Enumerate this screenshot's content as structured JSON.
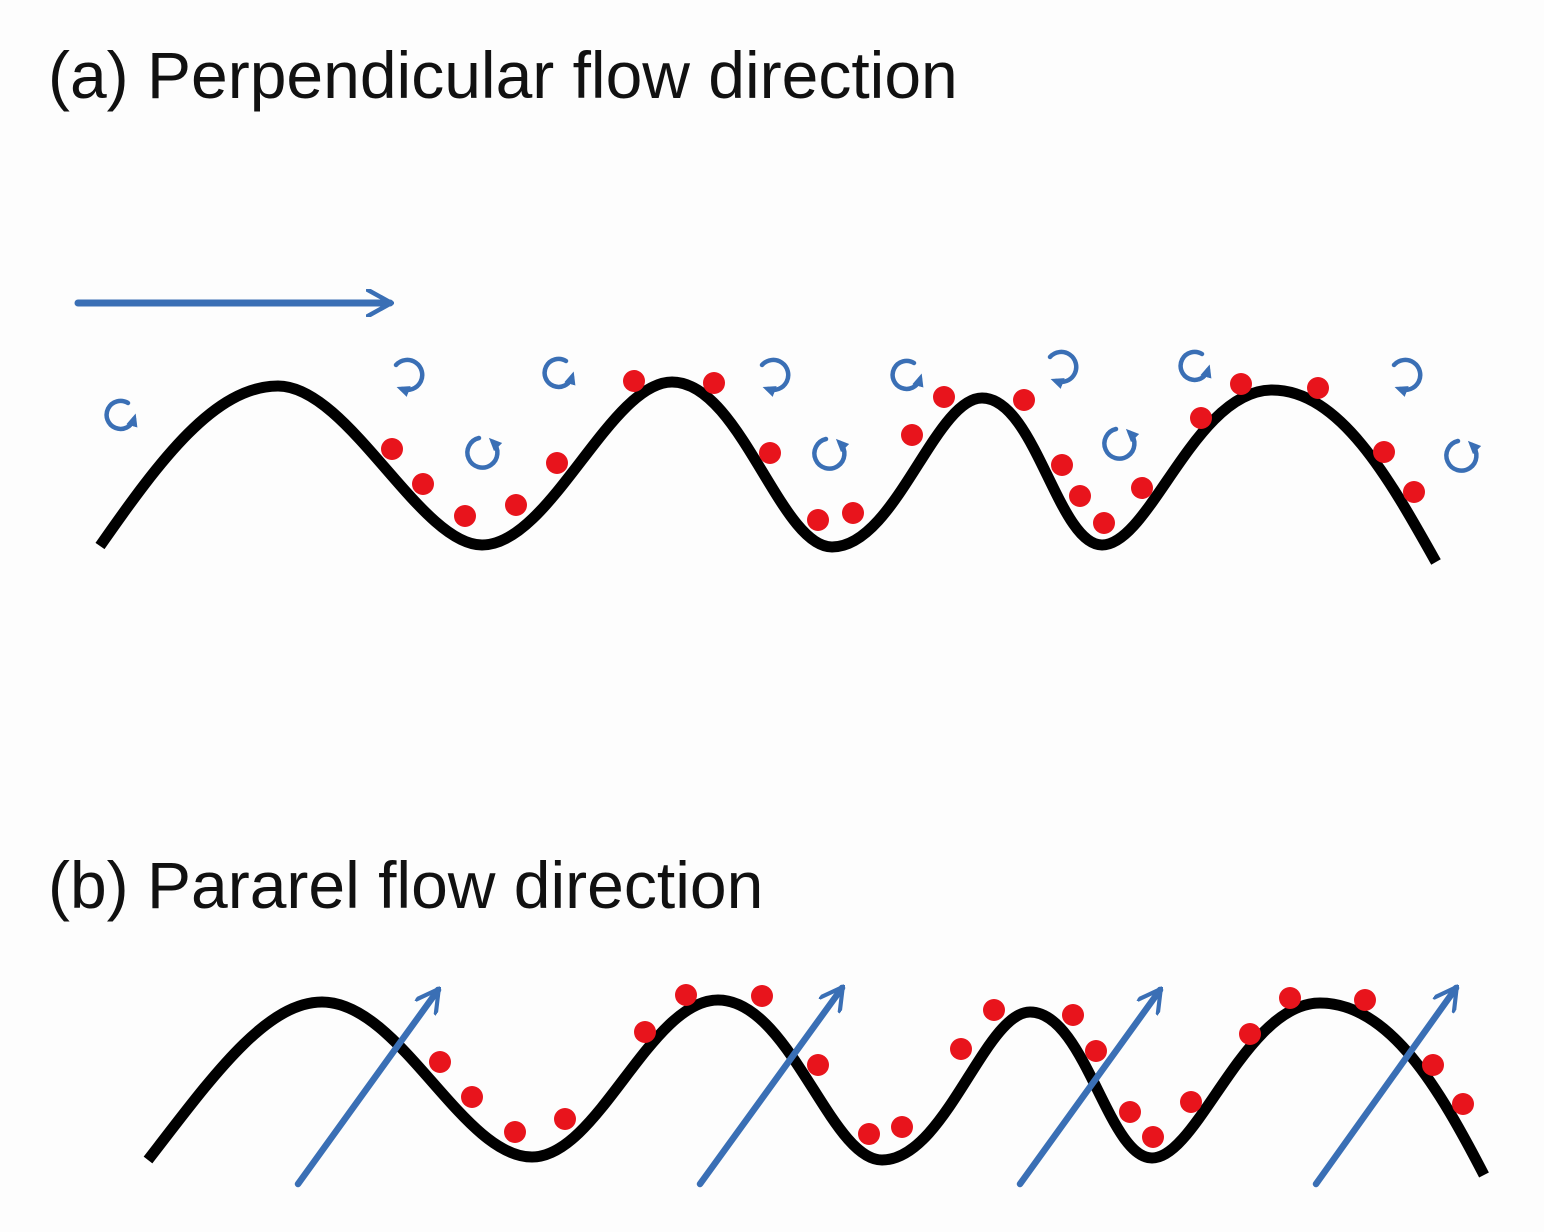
{
  "panels": [
    {
      "id": "a",
      "title": "(a) Perpendicular flow direction",
      "flow": "perpendicular to ridges"
    },
    {
      "id": "b",
      "title": "(b) Pararel flow direction",
      "flow": "parallel to ridges"
    }
  ],
  "colors": {
    "surface": "#000000",
    "flow_arrow": "#3a6fb5",
    "particle": "#e8141c",
    "text": "#111111"
  },
  "icons": {
    "flow_arrow": "long-arrow-right-icon",
    "vortex": "circular-arrow-icon",
    "particle": "red-dot"
  }
}
